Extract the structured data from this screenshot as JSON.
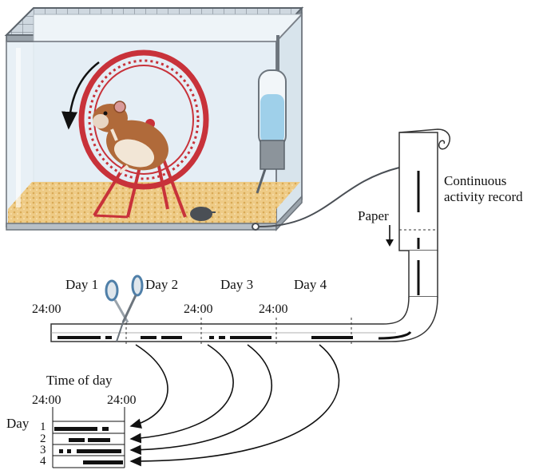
{
  "labels": {
    "record_line1": "Continuous",
    "record_line2": "activity record",
    "paper": "Paper",
    "day1": "Day 1",
    "day2": "Day 2",
    "day3": "Day 3",
    "day4": "Day 4",
    "time_24_a": "24:00",
    "time_24_b": "24:00",
    "time_24_c": "24:00",
    "time_of_day": "Time of day",
    "actogram_left": "24:00",
    "actogram_right": "24:00",
    "day_axis": "Day",
    "row1": "1",
    "row2": "2",
    "row3": "3",
    "row4": "4"
  },
  "colors": {
    "cage_glass": "#e4eef5",
    "cage_frame": "#7a8088",
    "wheel": "#c8323a",
    "bedding": "#e8c27a",
    "hamster": "#b06a3a",
    "water": "#9fd0ea",
    "ink": "#111111"
  },
  "icons": [
    "hamster-cage",
    "running-wheel",
    "hamster",
    "water-bottle",
    "sensor",
    "paper-roll",
    "scissors",
    "rotation-arrow"
  ]
}
